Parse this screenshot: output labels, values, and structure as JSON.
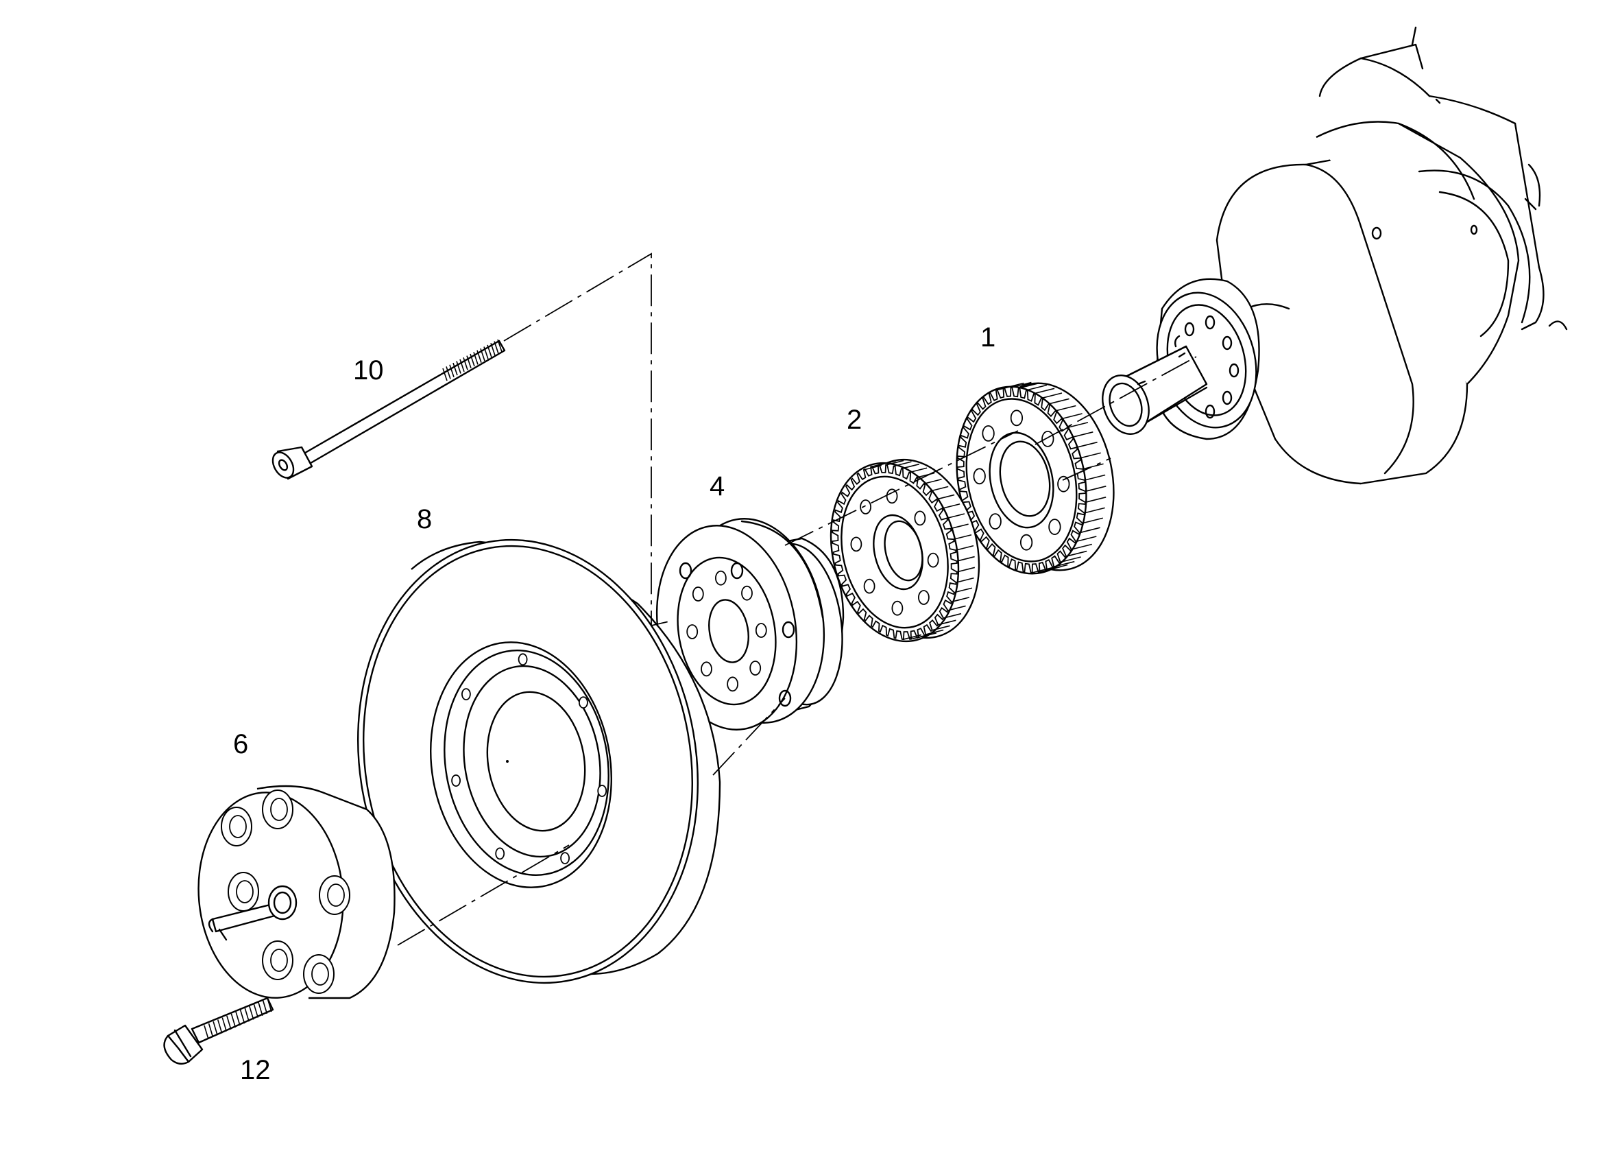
{
  "callouts": [
    {
      "id": "1",
      "label": "1"
    },
    {
      "id": "2",
      "label": "2"
    },
    {
      "id": "4",
      "label": "4"
    },
    {
      "id": "6",
      "label": "6"
    },
    {
      "id": "8",
      "label": "8"
    },
    {
      "id": "10",
      "label": "10"
    },
    {
      "id": "12",
      "label": "12"
    }
  ],
  "colors": {
    "line": "#000000",
    "background": "#ffffff"
  }
}
